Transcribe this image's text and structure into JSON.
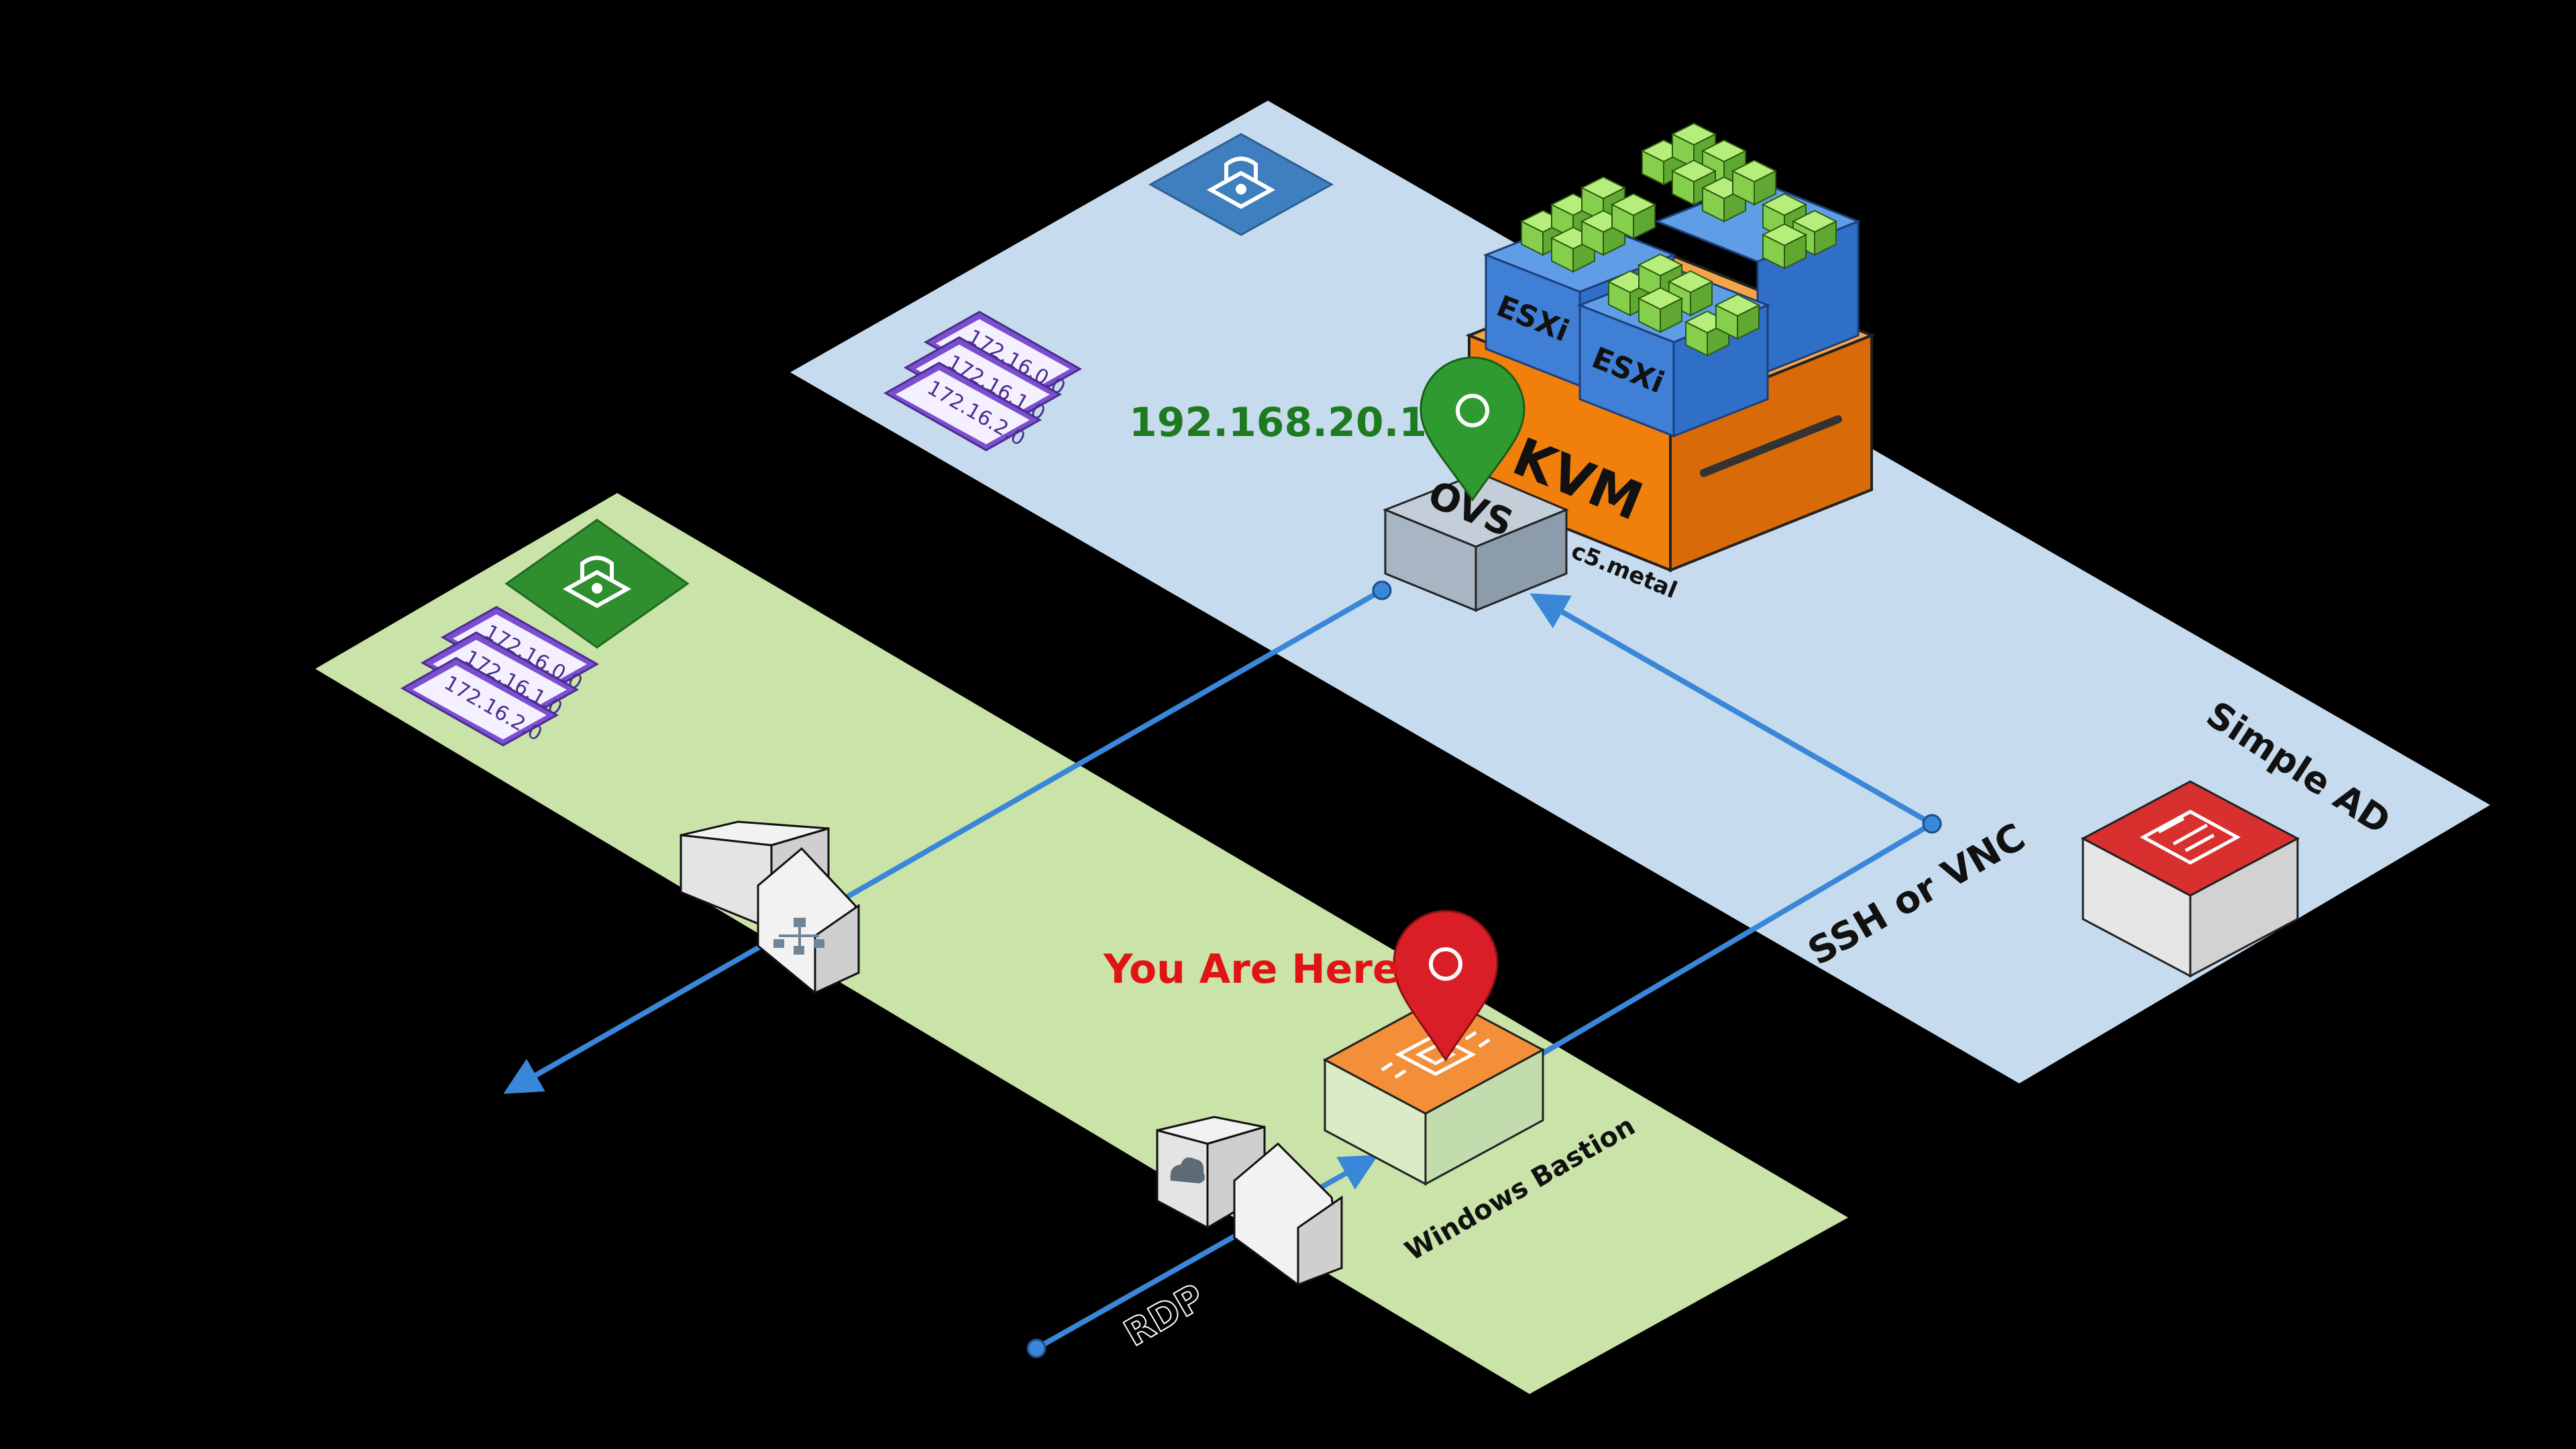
{
  "colors": {
    "background": "#000000",
    "blue_zone": "#c6dcee",
    "green_zone": "#c9e3a8",
    "lock_blue": "#3f7fbf",
    "lock_green": "#2f8f2f",
    "kvm_orange": "#f07f0c",
    "esxi_blue": "#3f7fd6",
    "vm_green": "#86cf4c",
    "ovs_gray": "#a8b6c4",
    "simple_ad_red": "#d8302e",
    "pin_green": "#2f9a2f",
    "pin_red": "#d91e27",
    "ip_label": "#1e7a1e",
    "you_are_here": "#e01414",
    "link": "#3a86d8",
    "route_table": "#7b4fcf"
  },
  "vpc_blue": {
    "lock_icon": "lock-icon",
    "route_table": [
      "172.16.0.0",
      "172.16.1.0",
      "172.16.2.0"
    ]
  },
  "vpc_green": {
    "lock_icon": "lock-icon",
    "route_table": [
      "172.16.0.0",
      "172.16.1.0",
      "172.16.2.0"
    ]
  },
  "host": {
    "hypervisor_label": "KVM",
    "esxi_labels": [
      "ESXi",
      "ESXi"
    ],
    "instance_type": "c5.metal"
  },
  "ovs": {
    "label": "OVS",
    "ip": "192.168.20.1",
    "pin_icon": "map-pin-icon"
  },
  "simple_ad": {
    "label": "Simple AD",
    "icon": "directory-card-icon"
  },
  "bastion": {
    "label": "Windows Bastion",
    "you_are_here": "You Are Here",
    "icon": "chip-icon",
    "pin_icon": "map-pin-icon"
  },
  "connections": {
    "ssh_vnc": "SSH or VNC",
    "rdp": "RDP"
  },
  "gateways": {
    "nat_icon": "network-hierarchy-icon",
    "internet_icon": "cloud-icon"
  }
}
